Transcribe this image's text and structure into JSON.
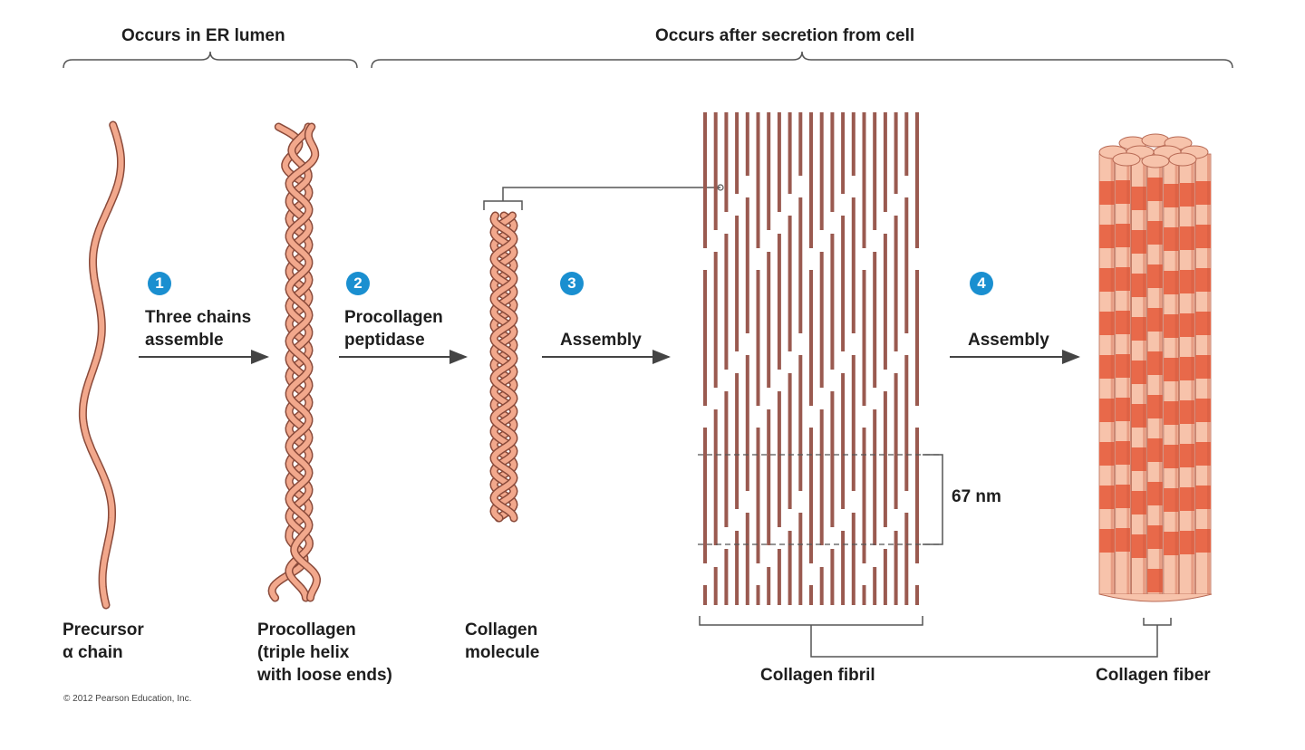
{
  "headers": {
    "er_lumen": "Occurs in ER lumen",
    "after_secretion": "Occurs after secretion from cell"
  },
  "steps": [
    {
      "number": "1",
      "label_line1": "Three chains",
      "label_line2": "assemble"
    },
    {
      "number": "2",
      "label_line1": "Procollagen",
      "label_line2": "peptidase"
    },
    {
      "number": "3",
      "label_line1": "Assembly",
      "label_line2": ""
    },
    {
      "number": "4",
      "label_line1": "Assembly",
      "label_line2": ""
    }
  ],
  "structures": {
    "precursor": {
      "line1": "Precursor",
      "line2": "α chain"
    },
    "procollagen": {
      "line1": "Procollagen",
      "line2": "(triple helix",
      "line3": "with loose ends)"
    },
    "molecule": {
      "line1": "Collagen",
      "line2": "molecule"
    },
    "fibril": {
      "line1": "Collagen fibril"
    },
    "fiber": {
      "line1": "Collagen fiber"
    }
  },
  "measurement": "67 nm",
  "copyright": "© 2012 Pearson Education, Inc.",
  "colors": {
    "chain_fill": "#f2a88c",
    "chain_stroke": "#8a4a3a",
    "fibril_bar": "#9a5a50",
    "fiber_dark": "#e8694a",
    "fiber_light": "#f7c3ab",
    "step_circle": "#1a8fd0",
    "line": "#555555"
  }
}
